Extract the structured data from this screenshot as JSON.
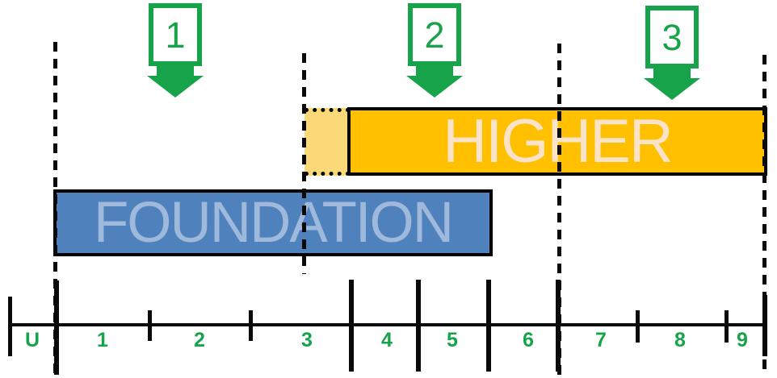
{
  "diagram": {
    "kind": "grade-tier-diagram",
    "background": "#ffffff",
    "line_color": "#0a0a0a"
  },
  "markers": {
    "color": "#17A34A",
    "items": [
      {
        "label": "1"
      },
      {
        "label": "2"
      },
      {
        "label": "3"
      }
    ]
  },
  "tiers": {
    "higher": {
      "label": "HIGHER",
      "fill": "#FFC000",
      "label_color": "#FAE3C8",
      "dotted_extension_fill": "#FBD878"
    },
    "foundation": {
      "label": "FOUNDATION",
      "fill": "#4F81BD",
      "label_color": "#9FB9DC"
    }
  },
  "scale": {
    "label_color": "#17A34A",
    "labels": [
      "U",
      "1",
      "2",
      "3",
      "4",
      "5",
      "6",
      "7",
      "8",
      "9"
    ]
  }
}
